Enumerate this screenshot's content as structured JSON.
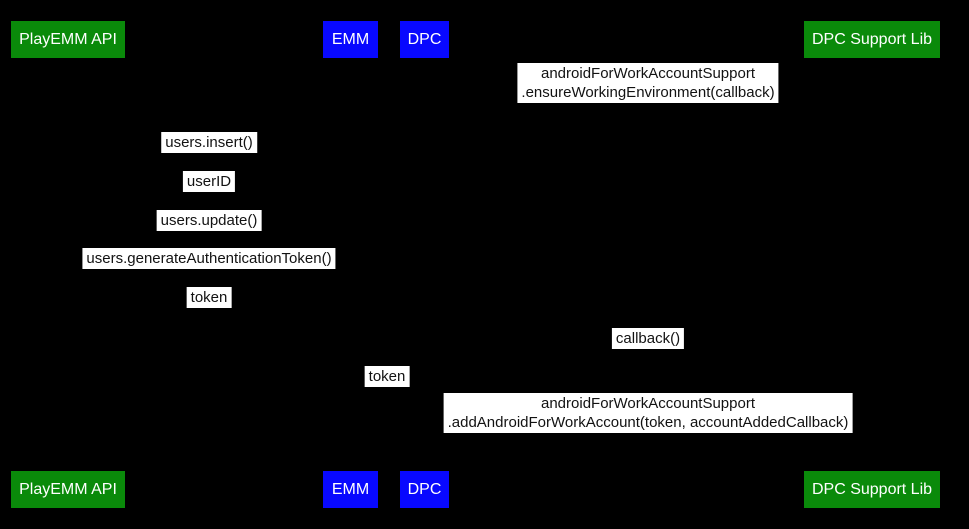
{
  "diagram": {
    "type": "sequence-diagram",
    "background": "#000000",
    "colors": {
      "background": "#000000",
      "actor_green": "#0a8a0a",
      "actor_blue": "#0808ff",
      "actor_text": "#ffffff",
      "label_bg": "#ffffff",
      "label_text": "#121212"
    },
    "actors": [
      {
        "label": "PlayEMM API"
      },
      {
        "label": "EMM"
      },
      {
        "label": "DPC"
      },
      {
        "label": "DPC Support Lib"
      }
    ],
    "messages": [
      {
        "lines": [
          "androidForWorkAccountSupport",
          ".ensureWorkingEnvironment(callback)"
        ]
      },
      {
        "lines": [
          "users.insert()"
        ]
      },
      {
        "lines": [
          "userID"
        ]
      },
      {
        "lines": [
          "users.update()"
        ]
      },
      {
        "lines": [
          "users.generateAuthenticationToken()"
        ]
      },
      {
        "lines": [
          "token"
        ]
      },
      {
        "lines": [
          "callback()"
        ]
      },
      {
        "lines": [
          "token"
        ]
      },
      {
        "lines": [
          "androidForWorkAccountSupport",
          ".addAndroidForWorkAccount(token, accountAddedCallback)"
        ]
      }
    ]
  }
}
